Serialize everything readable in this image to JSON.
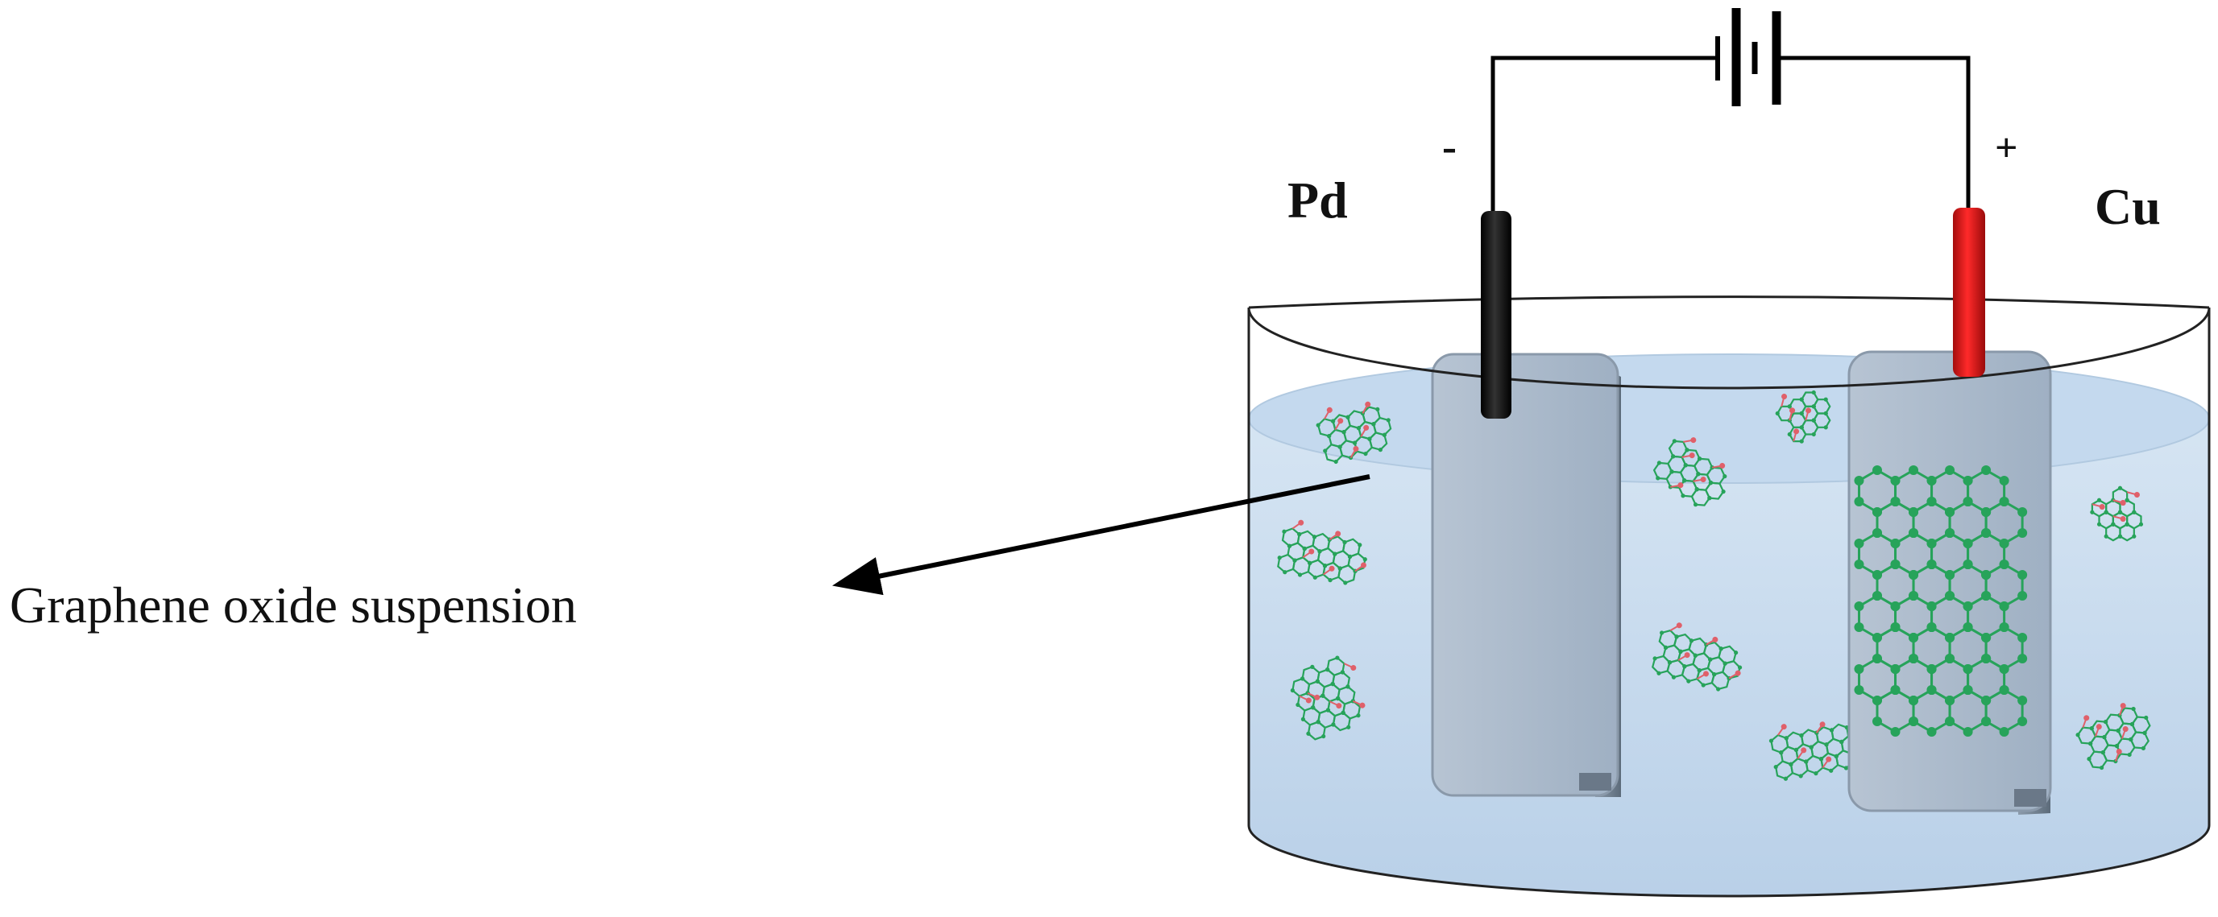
{
  "labels": {
    "suspension": "Graphene oxide suspension",
    "cathode_metal": "Pd",
    "anode_metal": "Cu",
    "negative_sign": "-",
    "positive_sign": "+"
  },
  "colors": {
    "liquid": "#c7dcef",
    "electrode_lead_negative": "#111111",
    "electrode_lead_positive": "#e01515",
    "plate": "#aab8c8",
    "carbon_atom": "#27a35a",
    "oxygen_atom": "#e0606a"
  },
  "icons": {
    "battery": "battery-symbol-icon",
    "arrow": "pointer-arrow-icon"
  }
}
